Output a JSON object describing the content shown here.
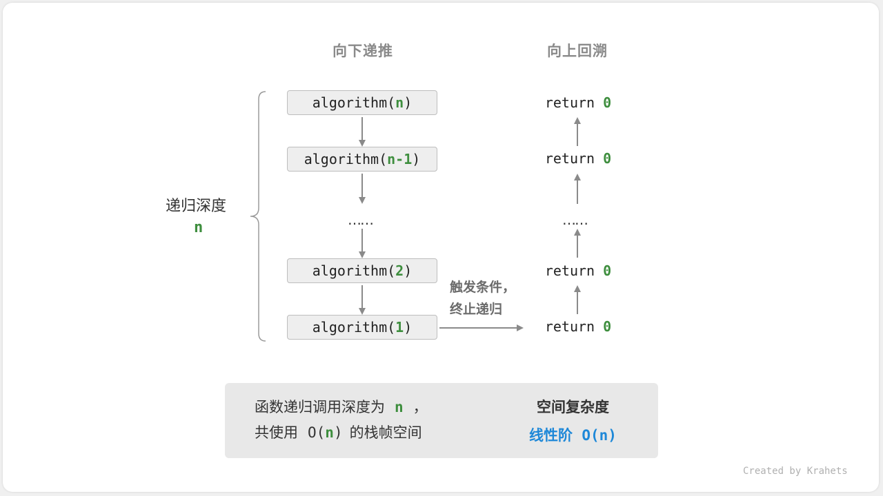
{
  "headers": {
    "down": "向下递推",
    "up": "向上回溯"
  },
  "depth": {
    "label": "递归深度",
    "n": "n"
  },
  "calls": [
    {
      "fn": "algorithm(",
      "arg": "n",
      "close": ")"
    },
    {
      "fn": "algorithm(",
      "arg": "n-1",
      "close": ")"
    },
    {
      "fn": "algorithm(",
      "arg": "2",
      "close": ")"
    },
    {
      "fn": "algorithm(",
      "arg": "1",
      "close": ")"
    }
  ],
  "ellipsis": "……",
  "returns": {
    "keyword": "return",
    "value": "0"
  },
  "condition": {
    "line1": "触发条件，",
    "line2": "终止递归"
  },
  "summary": {
    "line1_prefix": "函数递归调用深度为",
    "line1_var": "n",
    "line1_suffix": "，",
    "line2_prefix": "共使用",
    "line2_o": "O(",
    "line2_var": "n",
    "line2_close": ")",
    "line2_suffix": "的栈帧空间",
    "title": "空间复杂度",
    "value_label": "线性阶",
    "value_o": "O(n)"
  },
  "credit": "Created by Krahets",
  "colors": {
    "accent_green": "#3e8e3e",
    "accent_blue": "#1e88d8",
    "arrow_gray": "#8a8a8a"
  }
}
